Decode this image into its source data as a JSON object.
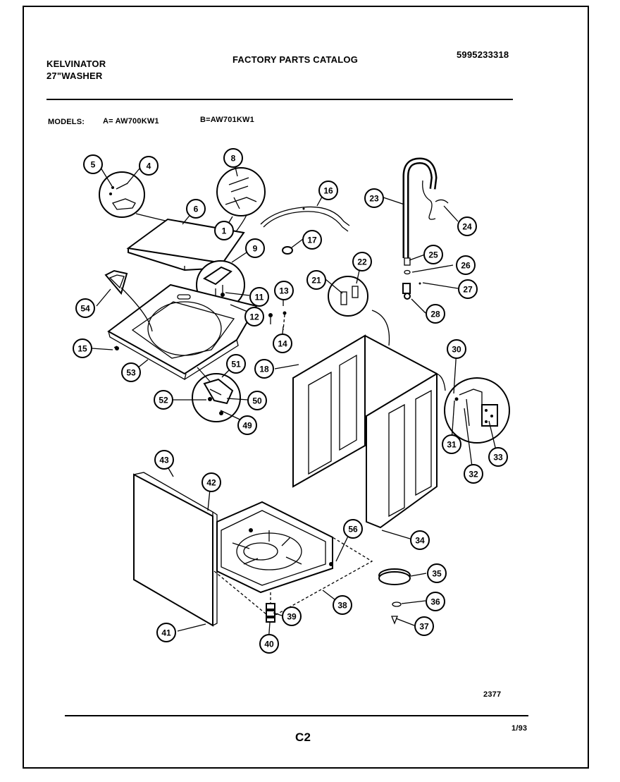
{
  "header": {
    "brand": "KELVINATOR",
    "product": "27\"WASHER",
    "catalog_title": "FACTORY PARTS CATALOG",
    "catalog_number": "5995233318"
  },
  "models": {
    "label": "MODELS:",
    "a": "A= AW700KW1",
    "b": "B=AW701KW1"
  },
  "callouts": [
    "1",
    "4",
    "5",
    "6",
    "8",
    "9",
    "11",
    "12",
    "13",
    "14",
    "15",
    "16",
    "17",
    "18",
    "21",
    "22",
    "23",
    "24",
    "25",
    "26",
    "27",
    "28",
    "30",
    "31",
    "32",
    "33",
    "34",
    "35",
    "36",
    "37",
    "38",
    "39",
    "40",
    "41",
    "42",
    "43",
    "49",
    "50",
    "51",
    "52",
    "53",
    "54",
    "56"
  ],
  "footer": {
    "drawing_number": "2377",
    "page_code": "C2",
    "date": "1/93"
  }
}
